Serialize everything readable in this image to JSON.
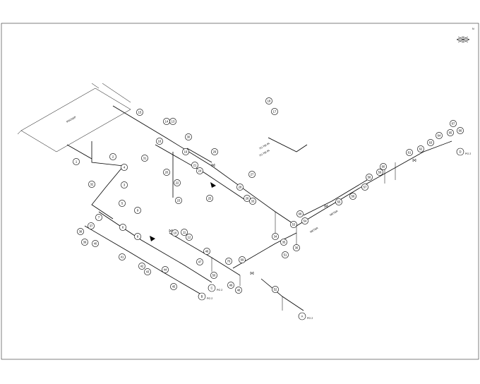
{
  "title_block": {
    "equipment_label": "PROSEP",
    "north_label": "N"
  },
  "bubbles": [
    "1",
    "2",
    "3",
    "4",
    "5",
    "6",
    "7",
    "8",
    "9",
    "10",
    "11",
    "12",
    "13",
    "14",
    "15",
    "16",
    "17",
    "18",
    "19",
    "20",
    "21",
    "22",
    "23",
    "24",
    "25",
    "26",
    "27",
    "28",
    "29",
    "30",
    "31",
    "32",
    "33",
    "34",
    "35",
    "36",
    "37",
    "38",
    "39",
    "40",
    "41",
    "42",
    "43",
    "44",
    "45",
    "46",
    "47",
    "48",
    "49",
    "50",
    "51",
    "52",
    "53",
    "54",
    "55",
    "56",
    "57",
    "58",
    "59",
    "60",
    "61",
    "62",
    "63",
    "64",
    "65",
    "66",
    "67",
    "68",
    "69",
    "70"
  ],
  "continuation_markers": [
    {
      "id": "A",
      "ref": "PG 2"
    },
    {
      "id": "B",
      "ref": "PG 2"
    },
    {
      "id": "C",
      "ref": "PG 2"
    },
    {
      "id": "D",
      "ref": "PG 2"
    }
  ],
  "annotations": [
    "METER",
    "METER",
    "TO TIE-IN",
    "TO TIE-IN"
  ]
}
